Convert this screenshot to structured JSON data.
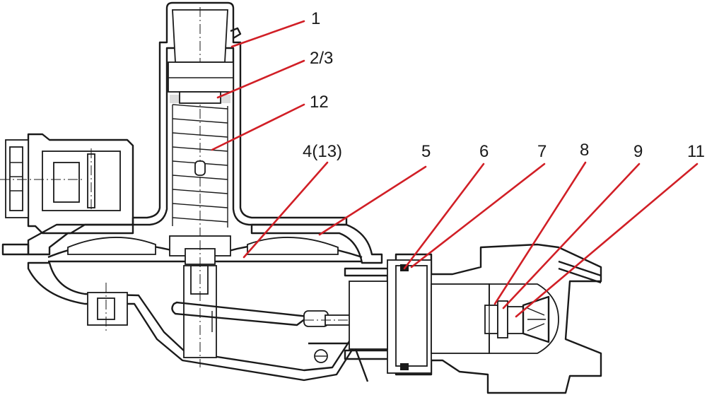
{
  "diagram": {
    "callouts": [
      {
        "id": "c1",
        "label": "1"
      },
      {
        "id": "c23",
        "label": "2/3"
      },
      {
        "id": "c12",
        "label": "12"
      },
      {
        "id": "c413",
        "label": "4(13)"
      },
      {
        "id": "c5",
        "label": "5"
      },
      {
        "id": "c6",
        "label": "6"
      },
      {
        "id": "c7",
        "label": "7"
      },
      {
        "id": "c8",
        "label": "8"
      },
      {
        "id": "c9",
        "label": "9"
      },
      {
        "id": "c11",
        "label": "11"
      }
    ],
    "colors": {
      "leader": "#d11f26",
      "outline": "#1a1a1a",
      "hatch": "#1a1a1a",
      "fill": "#e9e9e9"
    }
  }
}
